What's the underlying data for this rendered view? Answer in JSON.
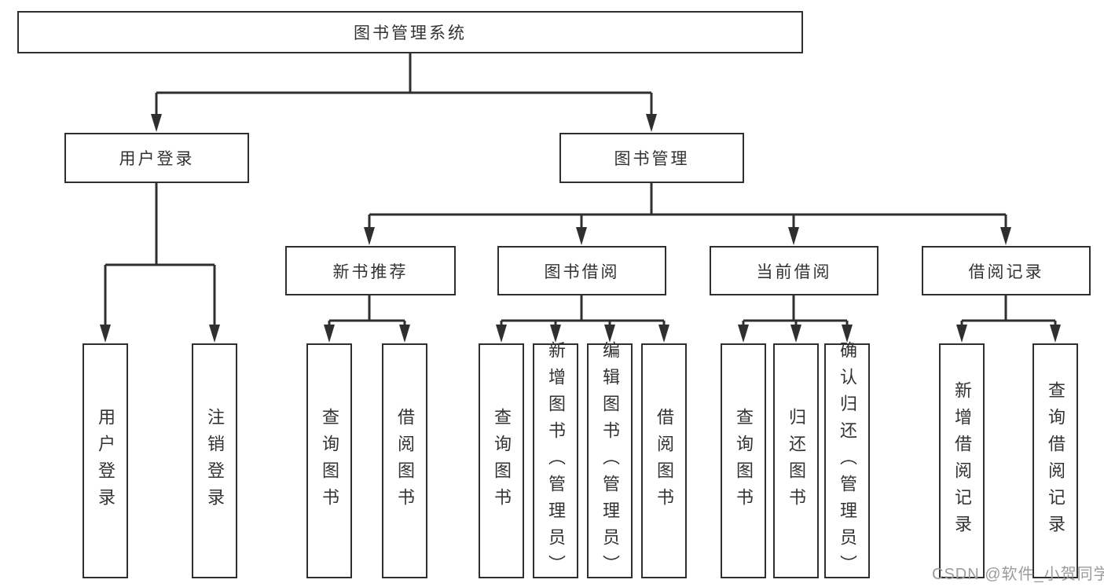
{
  "colors": {
    "line": "#2f2f2f",
    "box_border": "#2f2f2f",
    "text": "#333333",
    "watermark": "#9b9b9b",
    "background": "#ffffff"
  },
  "tree": {
    "root": {
      "label": "图书管理系统"
    },
    "children": [
      {
        "label": "用户登录",
        "children": [
          {
            "label": "用户登录"
          },
          {
            "label": "注销登录"
          }
        ]
      },
      {
        "label": "图书管理",
        "children": [
          {
            "label": "新书推荐",
            "children": [
              {
                "label": "查询图书"
              },
              {
                "label": "借阅图书"
              }
            ]
          },
          {
            "label": "图书借阅",
            "children": [
              {
                "label": "查询图书"
              },
              {
                "label": "新增图书（管理员）"
              },
              {
                "label": "编辑图书（管理员）"
              },
              {
                "label": "借阅图书"
              }
            ]
          },
          {
            "label": "当前借阅",
            "children": [
              {
                "label": "查询图书"
              },
              {
                "label": "归还图书"
              },
              {
                "label": "确认归还（管理员）"
              }
            ]
          },
          {
            "label": "借阅记录",
            "children": [
              {
                "label": "新增借阅记录"
              },
              {
                "label": "查询借阅记录"
              }
            ]
          }
        ]
      }
    ]
  },
  "watermark": {
    "text": "CSDN @软件_小贺同学"
  }
}
